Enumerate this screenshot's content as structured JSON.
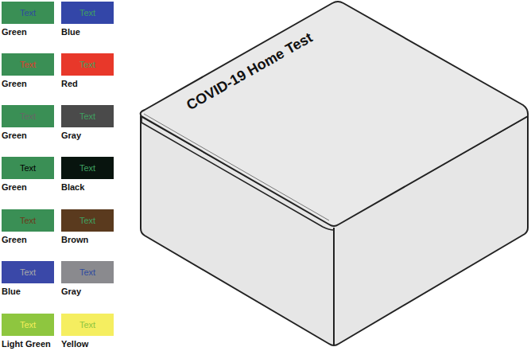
{
  "diagram": {
    "nodes": [
      {
        "text": [
          "Text",
          "Green"
        ]
      },
      {
        "text": [
          "Text",
          "Blue"
        ]
      },
      {
        "text": [
          "Text",
          "Green"
        ]
      },
      {
        "text": [
          "Text",
          "Red"
        ]
      },
      {
        "text": [
          "Text",
          "Green"
        ]
      },
      {
        "text": [
          "Text",
          "Gray"
        ]
      },
      {
        "text": [
          "Text",
          "Green"
        ]
      },
      {
        "text": [
          "Text",
          "Black"
        ]
      },
      {
        "text": [
          "Text",
          "Green"
        ]
      },
      {
        "text": [
          "Text",
          "Brown"
        ]
      },
      {
        "text": [
          "Text",
          "Blue"
        ]
      },
      {
        "text": [
          "Text",
          "Gray"
        ]
      },
      {
        "text": [
          "Text",
          "Light Green"
        ]
      },
      {
        "text": [
          "Text",
          "Yellow"
        ]
      }
    ],
    "labels": [
      "COVID-19 Home Test"
    ]
  }
}
